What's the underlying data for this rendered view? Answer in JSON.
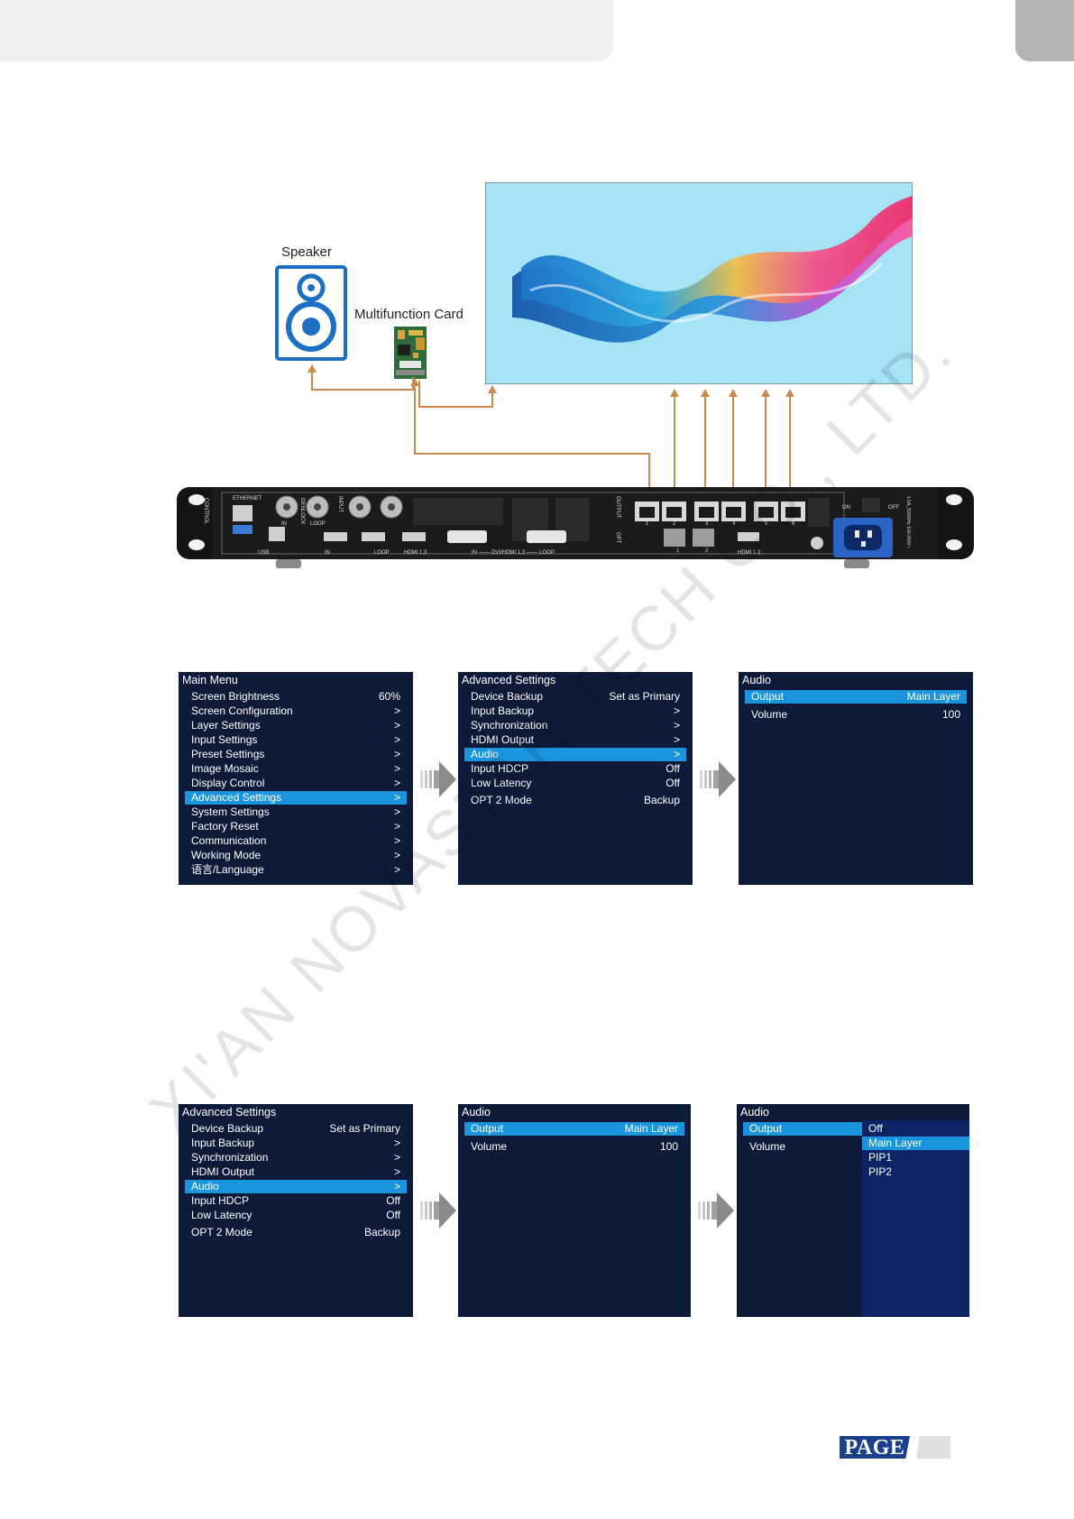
{
  "diagram": {
    "speaker_label": "Speaker",
    "card_label": "Multifunction Card"
  },
  "device_panel": {
    "ethernet": "ETHERNET",
    "control": "CONTROL",
    "genlock": "GENLOCK",
    "input": "INPUT",
    "output": "OUTPUT",
    "opt": "OPT",
    "in": "IN",
    "loop": "LOOP",
    "usb": "USB",
    "hdmi_in": "IN",
    "hdmi_loop": "LOOP",
    "hdmi13": "HDMI 1.3",
    "dvi": "IN ─── DVI/HDMI 1.3 ─── LOOP",
    "hdmi_out": "HDMI 1.3",
    "on": "ON",
    "off": "OFF",
    "power": "1.5A_50/60Hz 100-240V~",
    "port_numbers": [
      "1",
      "2",
      "3",
      "4",
      "5",
      "6"
    ],
    "opt_numbers": [
      "1",
      "2"
    ]
  },
  "menus": {
    "main_menu": {
      "title": "Main Menu",
      "rows": [
        {
          "k": "Screen Brightness",
          "v": "60%"
        },
        {
          "k": "Screen Configuration",
          "v": ">"
        },
        {
          "k": "Layer Settings",
          "v": ">"
        },
        {
          "k": "Input Settings",
          "v": ">"
        },
        {
          "k": "Preset Settings",
          "v": ">"
        },
        {
          "k": "Image Mosaic",
          "v": ">"
        },
        {
          "k": "Display Control",
          "v": ">"
        },
        {
          "k": "Advanced Settings",
          "v": ">"
        },
        {
          "k": "System Settings",
          "v": ">"
        },
        {
          "k": "Factory Reset",
          "v": ">"
        },
        {
          "k": "Communication",
          "v": ">"
        },
        {
          "k": "Working Mode",
          "v": ">"
        },
        {
          "k": "语言/Language",
          "v": ">"
        }
      ]
    },
    "advanced": {
      "title": "Advanced Settings",
      "rows": [
        {
          "k": "Device Backup",
          "v": "Set as Primary"
        },
        {
          "k": "Input Backup",
          "v": ">"
        },
        {
          "k": "Synchronization",
          "v": ">"
        },
        {
          "k": "HDMI Output",
          "v": ">"
        },
        {
          "k": "Audio",
          "v": ">"
        },
        {
          "k": "Input HDCP",
          "v": "Off"
        },
        {
          "k": "Low Latency",
          "v": "Off"
        },
        {
          "k": "OPT 2 Mode",
          "v": "Backup"
        }
      ]
    },
    "audio": {
      "title": "Audio",
      "rows": [
        {
          "k": "Output",
          "v": "Main Layer"
        },
        {
          "k": "Volume",
          "v": "100"
        }
      ]
    },
    "output_options": [
      "Off",
      "Main Layer",
      "PIP1",
      "PIP2"
    ]
  },
  "footer": {
    "page_label": "PAGE"
  },
  "watermark": "XI'AN NOVASTAR TECH CO., LTD.",
  "colors": {
    "menu_bg": "#0d1a3a",
    "menu_highlight": "#1a95dd",
    "connector_line": "#c98a4b",
    "page_badge": "#1b3f8f"
  }
}
